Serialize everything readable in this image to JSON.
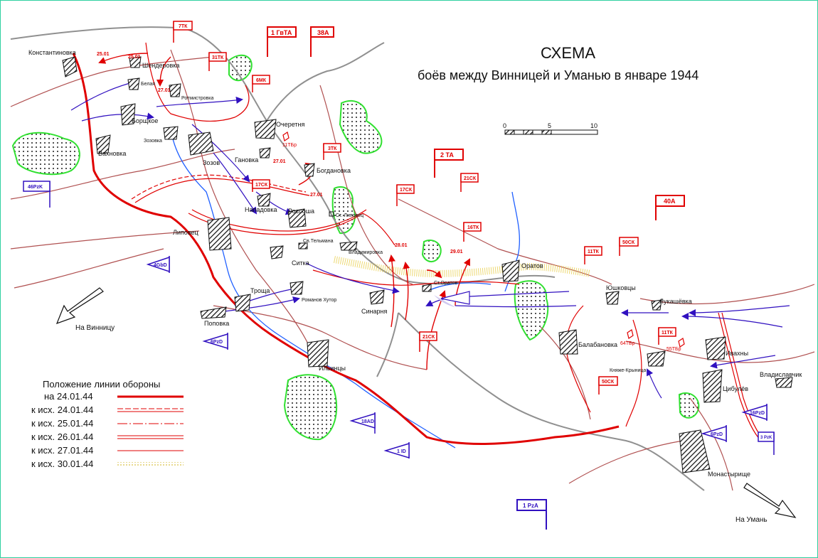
{
  "title": {
    "line1": "СХЕМА",
    "line2": "боёв между Винницей и Уманью в январе 1944"
  },
  "scale": {
    "ticks": [
      "0",
      "5",
      "10"
    ]
  },
  "places": {
    "konstantinovka": "Константиновка",
    "shenderovka": "Шендеровка",
    "belaya": "Белая",
    "rotmistrovka": "Ротмистровка",
    "ocheretnya": "Очеретня",
    "bortskoe": "Борщкое",
    "zozovka": "Зозовка",
    "vakhnovka": "Вахновка",
    "zozov": "Зозов",
    "ganovka": "Гановка",
    "bogdanovka": "Богдановка",
    "napadovka": "Нападовка",
    "rossosha": "Россоша",
    "st_lipovets": "Ст. Липовец",
    "lipovets": "Липовец",
    "sv_telmana": "Св.Тельмана",
    "vladimirovka": "Владимировка",
    "sitka": "Ситка",
    "troscha": "Троща",
    "romanov_khutor": "Романов Хутор",
    "popovka": "Поповка",
    "sinarnya": "Синарня",
    "st_oratov": "Ст.Оратов",
    "oratov": "Оратов",
    "yushkovtsy": "Юшковцы",
    "lukashevka": "Лукашёвка",
    "balabanovka": "Балабановка",
    "knyazhe_krynitsa": "Княже-Крыница",
    "ivakhny": "Ивахны",
    "tsibulev": "Цибулёв",
    "vladislavchik": "Владиславчик",
    "ilintsy": "Ильинцы",
    "monastyrische": "Монастырище"
  },
  "directions": {
    "to_vinnitsa": "На Винницу",
    "to_uman": "На Умань"
  },
  "soviet_units": {
    "u7tk": "7ТК",
    "u1gvta": "1 ГвТА",
    "u38a": "38А",
    "u31tk": "31ТК",
    "u6mk": "6МК",
    "u3tk": "3ТК",
    "u2ta": "2 ТА",
    "u21sk_a": "21СК",
    "u17sk_a": "17СК",
    "u17sk_b": "17СК",
    "u16tk": "16ТК",
    "u40a": "40А",
    "u50sk_a": "50СК",
    "u11tk_a": "11ТК",
    "u21sk_b": "21СК",
    "u11tk_b": "11ТК",
    "u50sk_b": "50СК"
  },
  "soviet_brigades": {
    "b11tbr": "11ТБр",
    "b64tbr": "64ТБр",
    "b55tbr": "55ТБр"
  },
  "german_units": {
    "g46pzk": "46PzK",
    "g4gbd": "4GbD",
    "g6pzd_a": "6PzD",
    "g18ad": "18AD",
    "g1id": "1 ID",
    "g16pzd": "16PzD",
    "g6pzd_b": "6PzD",
    "g3pzk": "3 PzK",
    "g1pza": "1 PzA"
  },
  "dates": {
    "d1": "25.01",
    "d2": "25.01",
    "d3": "27.01",
    "d4": "27.01",
    "d5": "27.01",
    "d6": "28.01",
    "d7": "29.01"
  },
  "legend": {
    "title": "Положение линии обороны",
    "items": [
      {
        "label": "на 24.01.44",
        "style": "thick"
      },
      {
        "label": "к исх. 24.01.44",
        "style": "dashdouble"
      },
      {
        "label": "к исх. 25.01.44",
        "style": "dashdot"
      },
      {
        "label": "к исх. 26.01.44",
        "style": "double"
      },
      {
        "label": "к исх. 27.01.44",
        "style": "thin"
      },
      {
        "label": "к исх. 30.01.44",
        "style": "dotted"
      }
    ]
  },
  "colors": {
    "front": "#e00000",
    "german": "#3010c0",
    "road": "#b05050",
    "river": "#2060ff",
    "forest": "#30e030",
    "rail": "#909090"
  }
}
